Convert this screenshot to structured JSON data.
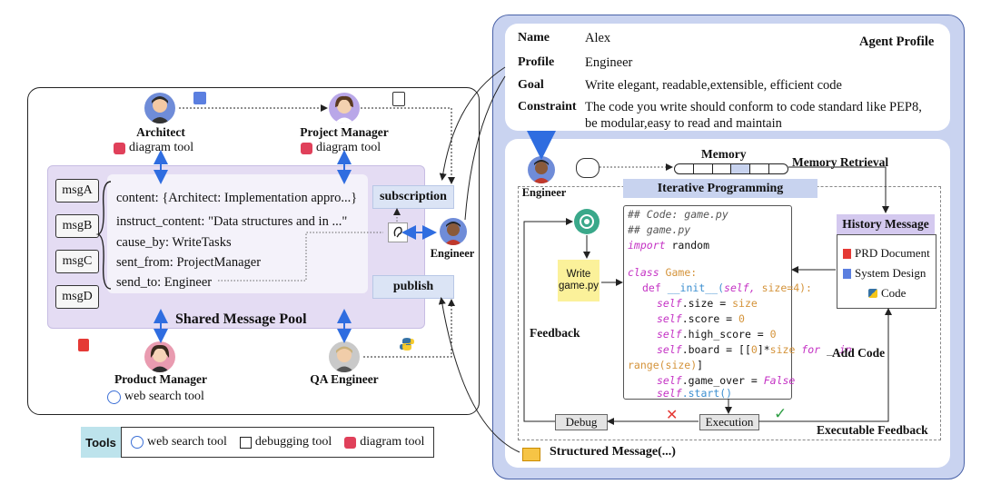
{
  "left": {
    "architect": {
      "name": "Architect",
      "tool": "diagram tool"
    },
    "project_manager": {
      "name": "Project Manager",
      "tool": "diagram tool"
    },
    "product_manager": {
      "name": "Product Manager",
      "tool": "web search tool"
    },
    "qa_engineer": {
      "name": "QA Engineer"
    },
    "engineer": {
      "name": "Engineer"
    },
    "messages": [
      "msgA",
      "msgB",
      "msgC",
      "msgD"
    ],
    "message_fields": [
      "content: {Architect: Implementation appro...}",
      "instruct_content: \"Data structures and in ...\"",
      "cause_by: WriteTasks",
      "sent_from: ProjectManager",
      "send_to: Engineer"
    ],
    "pool_title": "Shared Message Pool",
    "subscription": "subscription",
    "publish": "publish"
  },
  "tools": {
    "label": "Tools",
    "items": [
      "web search tool",
      "debugging tool",
      "diagram tool"
    ]
  },
  "profile": {
    "title": "Agent Profile",
    "name_key": "Name",
    "name_val": "Alex",
    "profile_key": "Profile",
    "profile_val": "Engineer",
    "goal_key": "Goal",
    "goal_val": "Write elegant, readable,extensible, efficient code",
    "constraint_key": "Constraint",
    "constraint_line1": "The code you write should conform to code standard like PEP8,",
    "constraint_line2": "be modular,easy to read and maintain"
  },
  "workflow": {
    "engineer": "Engineer",
    "memory": "Memory",
    "memory_retrieval": "Memory Retrieval",
    "iterative_programming": "Iterative Programming",
    "write_note": [
      "Write",
      "game.py"
    ],
    "history_title": "History Message",
    "history_items": [
      "PRD Document",
      "System Design",
      "Code"
    ],
    "feedback": "Feedback",
    "add_code": "Add Code",
    "debug": "Debug",
    "execution": "Execution",
    "executable_feedback": "Executable Feedback",
    "structured_message": "Structured Message(...)",
    "code": {
      "l1": "## Code: game.py",
      "l2": "## game.py",
      "l3a": "import",
      "l3b": " random",
      "l4a": "class",
      "l4b": " Game:",
      "l5a": "def",
      "l5b": " __init__(",
      "l5c": "self,",
      "l5d": " size=4):",
      "l6a": "self",
      "l6b": ".size = ",
      "l6c": "size",
      "l7a": "self",
      "l7b": ".score = ",
      "l7c": "0",
      "l8a": "self",
      "l8b": ".high_score = ",
      "l8c": "0",
      "l9a": "self",
      "l9b": ".board = [[",
      "l9c": "0",
      "l9d": "]*",
      "l9e": "size",
      "l9f": " for",
      "l9g": " _ ",
      "l9h": "in",
      "l10a": "range(size)",
      "l10b": "]",
      "l11a": "self",
      "l11b": ".game_over = ",
      "l11c": "False",
      "l12a": "self",
      "l12b": ".start()"
    }
  }
}
